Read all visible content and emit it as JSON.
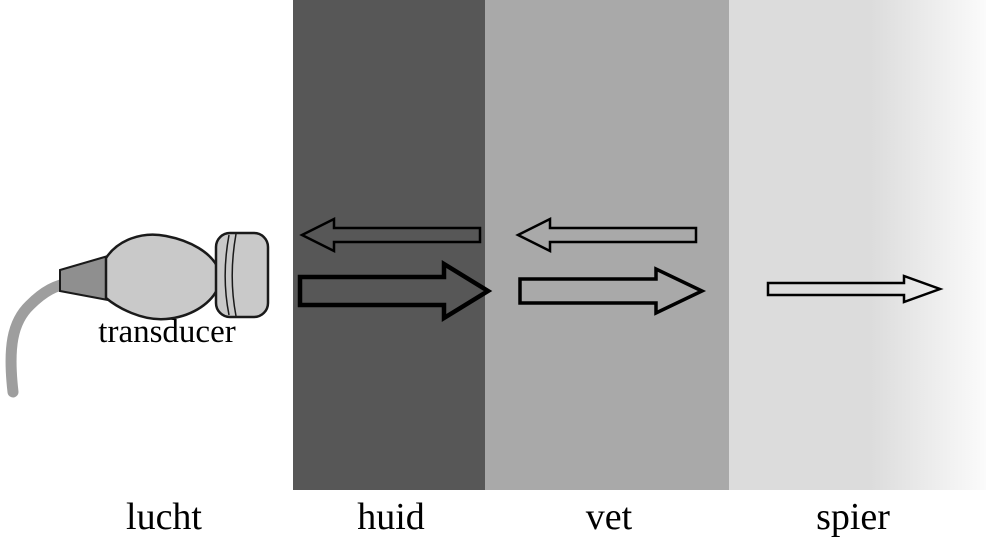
{
  "figure": {
    "title_hint": "ultrasound transmission and reflection through tissue layers",
    "transducer": {
      "label": "transducer"
    },
    "layers": [
      {
        "name": "lucht",
        "label": "lucht",
        "color": null
      },
      {
        "name": "huid",
        "label": "huid",
        "color": "#575757"
      },
      {
        "name": "vet",
        "label": "vet",
        "color": "#a9a9a9"
      },
      {
        "name": "spier",
        "label": "spier",
        "color": "#dcdcdc"
      }
    ],
    "arrows": [
      {
        "name": "huid-reflected",
        "direction": "left",
        "size": "thin"
      },
      {
        "name": "huid-transmitted",
        "direction": "right",
        "size": "large"
      },
      {
        "name": "vet-reflected",
        "direction": "left",
        "size": "thin"
      },
      {
        "name": "vet-transmitted",
        "direction": "right",
        "size": "medium"
      },
      {
        "name": "spier-transmitted",
        "direction": "right",
        "size": "thin"
      }
    ],
    "colors": {
      "arrow_outline": "#000000",
      "probe_body": "#c9c9c9",
      "probe_nose": "#8f8f8f",
      "probe_cable": "#9e9e9e",
      "text": "#000000",
      "background": "#ffffff"
    }
  }
}
